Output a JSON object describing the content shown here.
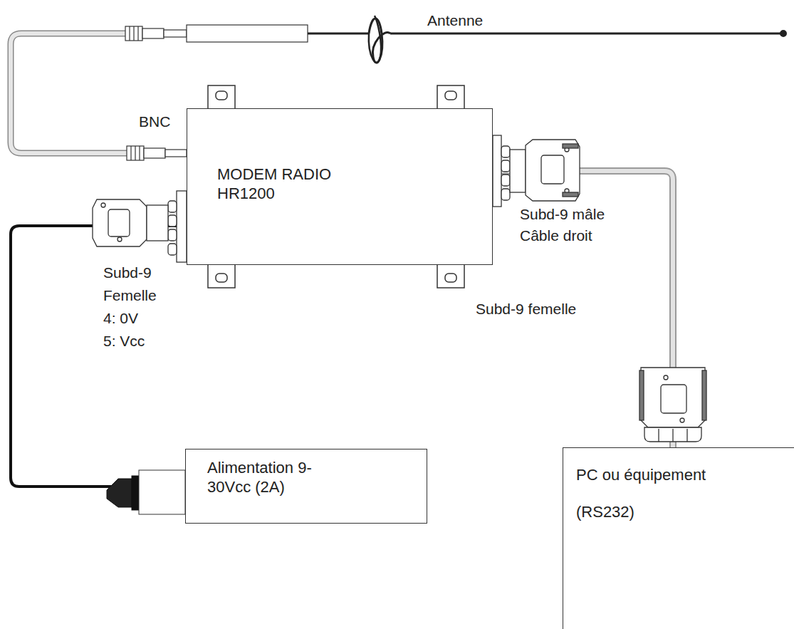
{
  "diagram": {
    "nodes": [
      {
        "text": [
          "MODEM RADIO HR1200"
        ]
      },
      {
        "text": [
          "Alimentation 9-30Vcc (2A)"
        ]
      },
      {
        "text": [
          "PC ou équipement",
          "(RS232)"
        ]
      }
    ],
    "edges": [
      {
        "from": 0,
        "to": 1,
        "arrow": "none"
      },
      {
        "from": 0,
        "to": 2,
        "arrow": "none"
      }
    ],
    "labels": [
      "Antenne",
      "BNC",
      "Subd-9",
      "Femelle",
      "4: 0V",
      "5: Vcc",
      "Subd-9 mâle",
      "Câble droit",
      "Subd-9 femelle"
    ]
  }
}
